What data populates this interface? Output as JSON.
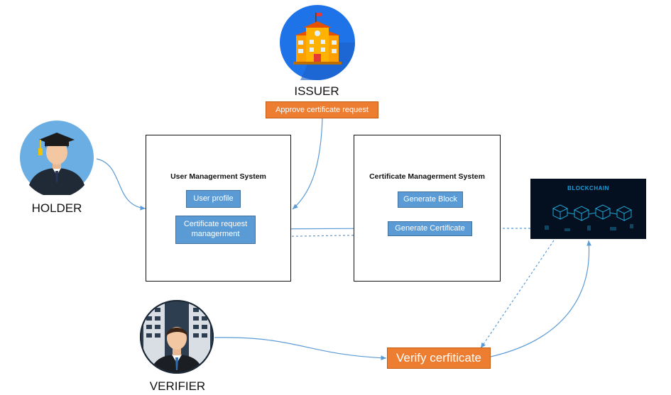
{
  "actors": {
    "issuer": {
      "label": "ISSUER",
      "icon": "school-building-icon"
    },
    "holder": {
      "label": "HOLDER",
      "icon": "graduate-avatar-icon"
    },
    "verifier": {
      "label": "VERIFIER",
      "icon": "businessman-avatar-icon"
    }
  },
  "actions": {
    "approve_request": "Approve certificate request",
    "verify_certificate": "Verify cerfiticate"
  },
  "user_system": {
    "title": "User Managerment System",
    "user_profile": "User profile",
    "certificate_request_line1": "Certificate request",
    "certificate_request_line2": "managerment"
  },
  "certificate_system": {
    "title": "Certificate Managerment System",
    "generate_block": "Generate Block",
    "generate_certificate": "Generate Certificate"
  },
  "blockchain": {
    "label": "BLOCKCHAIN",
    "icon": "blockchain-cubes-icon"
  },
  "colors": {
    "blue_box": "#5b9bd5",
    "orange_box": "#ed7d31",
    "connector": "#5b9bd5",
    "issuer_circle": "#1e73e8",
    "avatar_circle": "#6aaee3",
    "blockchain_bg": "#04101f"
  }
}
